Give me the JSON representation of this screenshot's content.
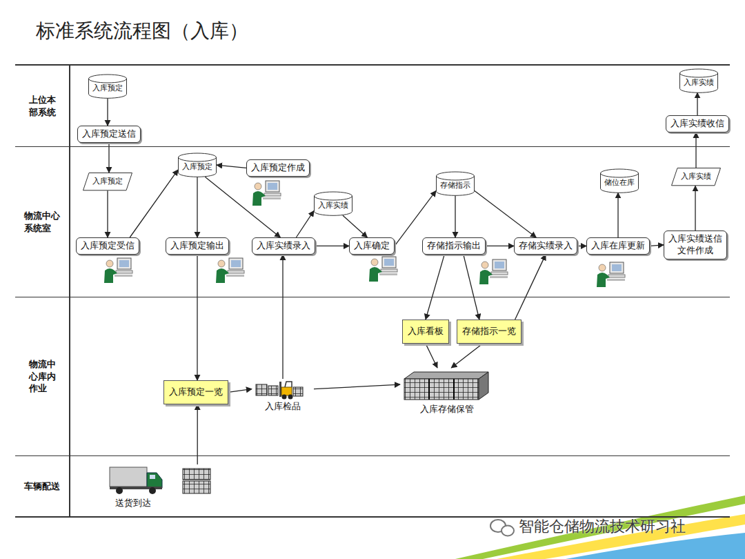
{
  "diagram": {
    "title": "标准系统流程图（入库）",
    "nodes": [
      {
        "text": [
          "上位本部系统"
        ]
      },
      {
        "text": [
          "入库预定"
        ],
        "in": 0
      },
      {
        "text": [
          "入库预定送信"
        ],
        "in": 0
      },
      {
        "text": [
          "入库实绩"
        ],
        "in": 0
      },
      {
        "text": [
          "入库实绩收信"
        ],
        "in": 0
      },
      {
        "text": [
          "物流中心系统室"
        ]
      },
      {
        "text": [
          "入库预定"
        ],
        "in": 5
      },
      {
        "text": [
          "入库预定受信"
        ],
        "in": 5
      },
      {
        "text": [
          "入库预定"
        ],
        "in": 5
      },
      {
        "text": [
          "入库预定作成"
        ],
        "in": 5
      },
      {
        "text": [
          "入库预定输出"
        ],
        "in": 5
      },
      {
        "text": [
          "入库实绩录入"
        ],
        "in": 5
      },
      {
        "text": [
          "入库实绩"
        ],
        "in": 5
      },
      {
        "text": [
          "入库确定"
        ],
        "in": 5
      },
      {
        "text": [
          "存储指示"
        ],
        "in": 5
      },
      {
        "text": [
          "存储指示输出"
        ],
        "in": 5
      },
      {
        "text": [
          "存储实绩录入"
        ],
        "in": 5
      },
      {
        "text": [
          "储位在库"
        ],
        "in": 5
      },
      {
        "text": [
          "入库在库更新"
        ],
        "in": 5
      },
      {
        "text": [
          "入库实绩"
        ],
        "in": 5
      },
      {
        "text": [
          "入库实绩送信 文件作成"
        ],
        "in": 5
      },
      {
        "text": [
          "物流中心库内作业"
        ]
      },
      {
        "text": [
          "入库看板"
        ],
        "in": 21
      },
      {
        "text": [
          "存储指示一览"
        ],
        "in": 21
      },
      {
        "text": [
          "入库预定一览"
        ],
        "in": 21
      },
      {
        "text": [
          "入库检品"
        ],
        "in": 21
      },
      {
        "text": [
          "入库存储保管"
        ],
        "in": 21
      },
      {
        "text": [
          "车辆配送"
        ]
      },
      {
        "text": [
          "送货到达"
        ],
        "in": 27
      }
    ],
    "edges": [
      {
        "from": 1,
        "to": 2,
        "arrow": "to"
      },
      {
        "from": 2,
        "to": 6,
        "arrow": "to"
      },
      {
        "from": 6,
        "to": 7,
        "arrow": "to"
      },
      {
        "from": 7,
        "to": 8,
        "arrow": "to"
      },
      {
        "from": 9,
        "to": 8,
        "arrow": "to"
      },
      {
        "from": 8,
        "to": 10,
        "arrow": "to"
      },
      {
        "from": 8,
        "to": 11,
        "arrow": "to"
      },
      {
        "from": 10,
        "to": 24,
        "arrow": "to"
      },
      {
        "from": 28,
        "to": 24,
        "arrow": "to"
      },
      {
        "from": 24,
        "to": 25,
        "arrow": "to"
      },
      {
        "from": 25,
        "to": 11,
        "arrow": "to"
      },
      {
        "from": 11,
        "to": 12,
        "arrow": "to"
      },
      {
        "from": 12,
        "to": 13,
        "arrow": "to"
      },
      {
        "from": 11,
        "to": 13,
        "arrow": "to"
      },
      {
        "from": 13,
        "to": 14,
        "arrow": "to"
      },
      {
        "from": 14,
        "to": 15,
        "arrow": "to"
      },
      {
        "from": 14,
        "to": 16,
        "arrow": "to"
      },
      {
        "from": 15,
        "to": 16,
        "arrow": "to"
      },
      {
        "from": 15,
        "to": 22,
        "arrow": "to"
      },
      {
        "from": 15,
        "to": 23,
        "arrow": "to"
      },
      {
        "from": 22,
        "to": 26,
        "arrow": "to"
      },
      {
        "from": 23,
        "to": 26,
        "arrow": "to"
      },
      {
        "from": 23,
        "to": 16,
        "arrow": "to"
      },
      {
        "from": 25,
        "to": 26,
        "arrow": "to"
      },
      {
        "from": 16,
        "to": 18,
        "arrow": "to"
      },
      {
        "from": 18,
        "to": 17,
        "arrow": "to"
      },
      {
        "from": 18,
        "to": 20,
        "arrow": "to"
      },
      {
        "from": 20,
        "to": 19,
        "arrow": "to"
      },
      {
        "from": 19,
        "to": 4,
        "arrow": "to"
      },
      {
        "from": 4,
        "to": 3,
        "arrow": "to"
      }
    ],
    "labels": [
      "智能仓储物流技术研习社"
    ]
  }
}
